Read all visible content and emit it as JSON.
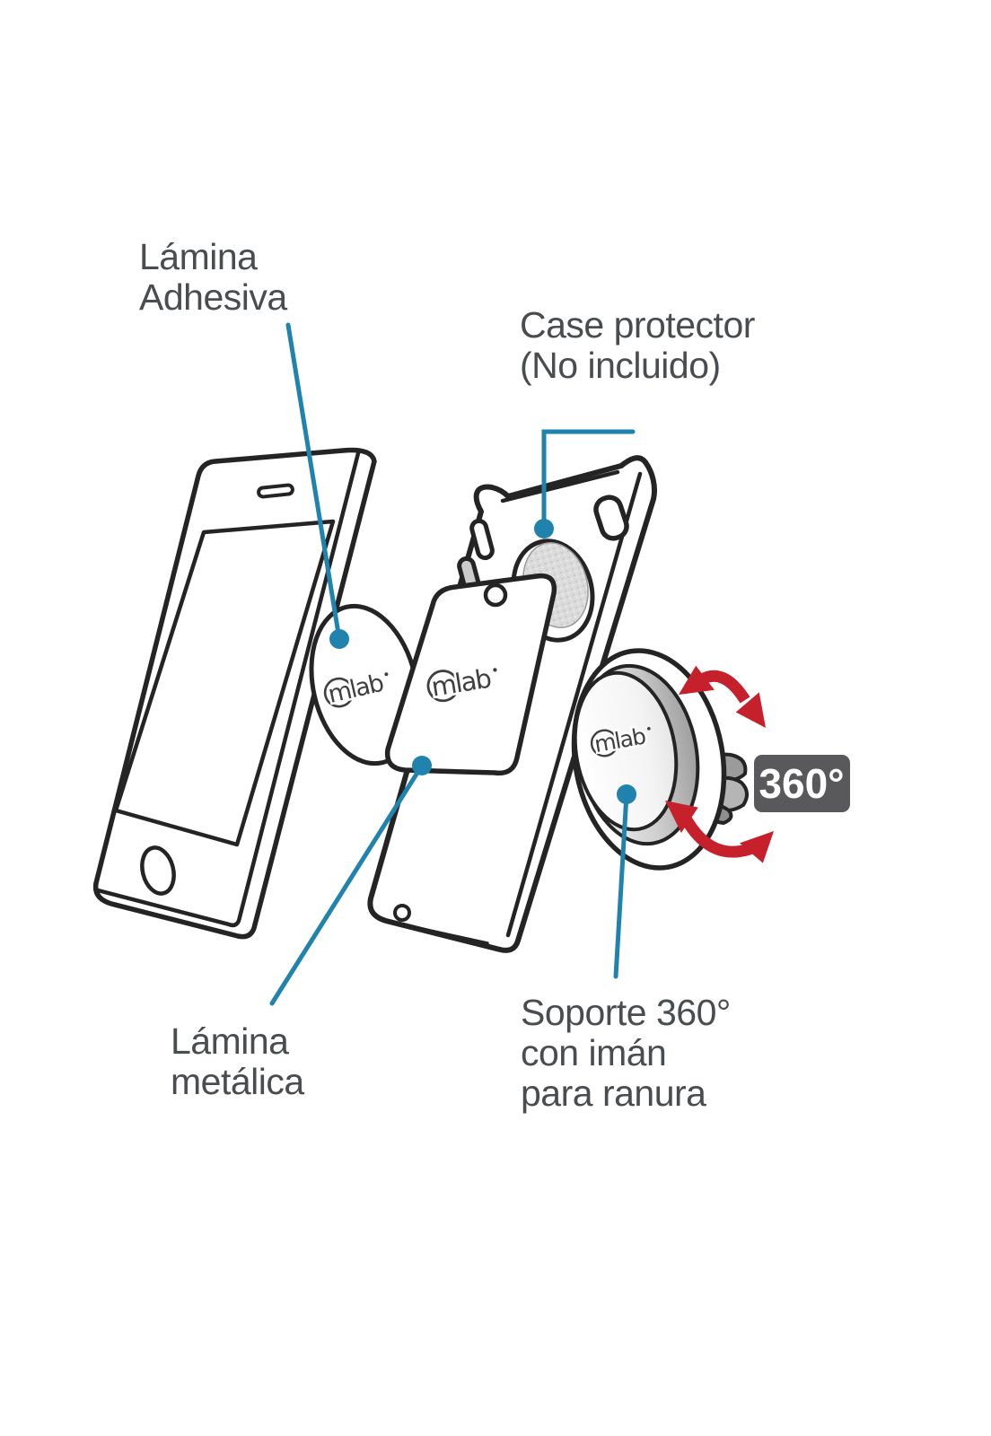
{
  "illustration": {
    "brand_logo": "mlab",
    "badge": {
      "label": "360°"
    },
    "labels": {
      "lamina_adhesiva": {
        "lines": [
          "Lámina",
          "Adhesiva"
        ]
      },
      "case_protector": {
        "lines": [
          "Case protector",
          "(No incluido)"
        ]
      },
      "lamina_metalica": {
        "lines": [
          "Lámina",
          "metálica"
        ]
      },
      "soporte": {
        "lines": [
          "Soporte 360°",
          "con imán",
          "para ranura"
        ]
      }
    },
    "colors": {
      "background": "#ffffff",
      "line_art": "#242424",
      "label_text": "#4a4d50",
      "leader_blue": "#1f83ad",
      "arrow_red": "#c5202b",
      "badge_bg": "#59595b",
      "badge_text": "#ffffff",
      "logo_ink": "#3f3f3f"
    }
  }
}
